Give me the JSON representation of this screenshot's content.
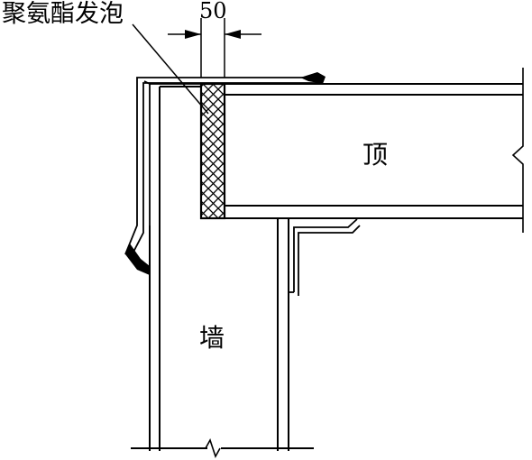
{
  "labels": {
    "foam": "聚氨酯发泡",
    "dimension": "50",
    "roof": "顶",
    "wall": "墙"
  },
  "colors": {
    "line": "#000000",
    "background": "#ffffff"
  }
}
